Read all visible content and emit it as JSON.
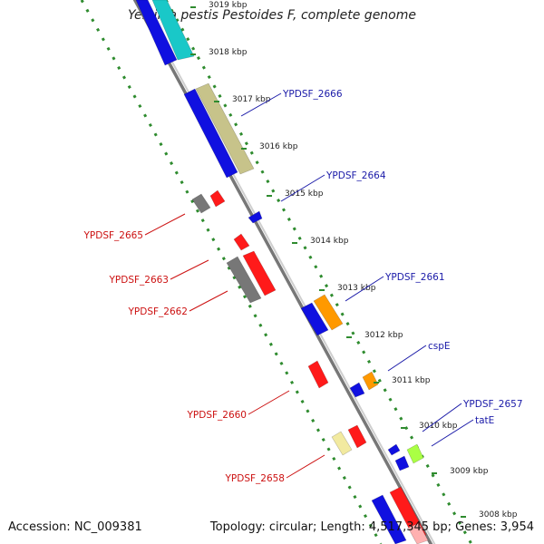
{
  "title": "Yersinia pestis Pestoides F, complete genome",
  "footer": {
    "accession": "Accession: NC_009381",
    "summary": "Topology: circular; Length: 4,517,345 bp; Genes: 3,954"
  },
  "ticks": [
    "3019 kbp",
    "3018 kbp",
    "3017 kbp",
    "3016 kbp",
    "3015 kbp",
    "3014 kbp",
    "3013 kbp",
    "3012 kbp",
    "3011 kbp",
    "3010 kbp",
    "3009 kbp",
    "3008 kbp"
  ],
  "gene_labels": {
    "YPDSF_2666": "YPDSF_2666",
    "YPDSF_2664": "YPDSF_2664",
    "YPDSF_2665": "YPDSF_2665",
    "YPDSF_2663": "YPDSF_2663",
    "YPDSF_2662": "YPDSF_2662",
    "YPDSF_2661": "YPDSF_2661",
    "cspE": "cspE",
    "YPDSF_2660": "YPDSF_2660",
    "YPDSF_2657": "YPDSF_2657",
    "tatE": "tatE",
    "YPDSF_2658": "YPDSF_2658"
  },
  "colors": {
    "forward_label": "#1a1aa8",
    "reverse_label": "#cc1111",
    "backbone": "#999999",
    "dots": "#2e8b2e"
  }
}
